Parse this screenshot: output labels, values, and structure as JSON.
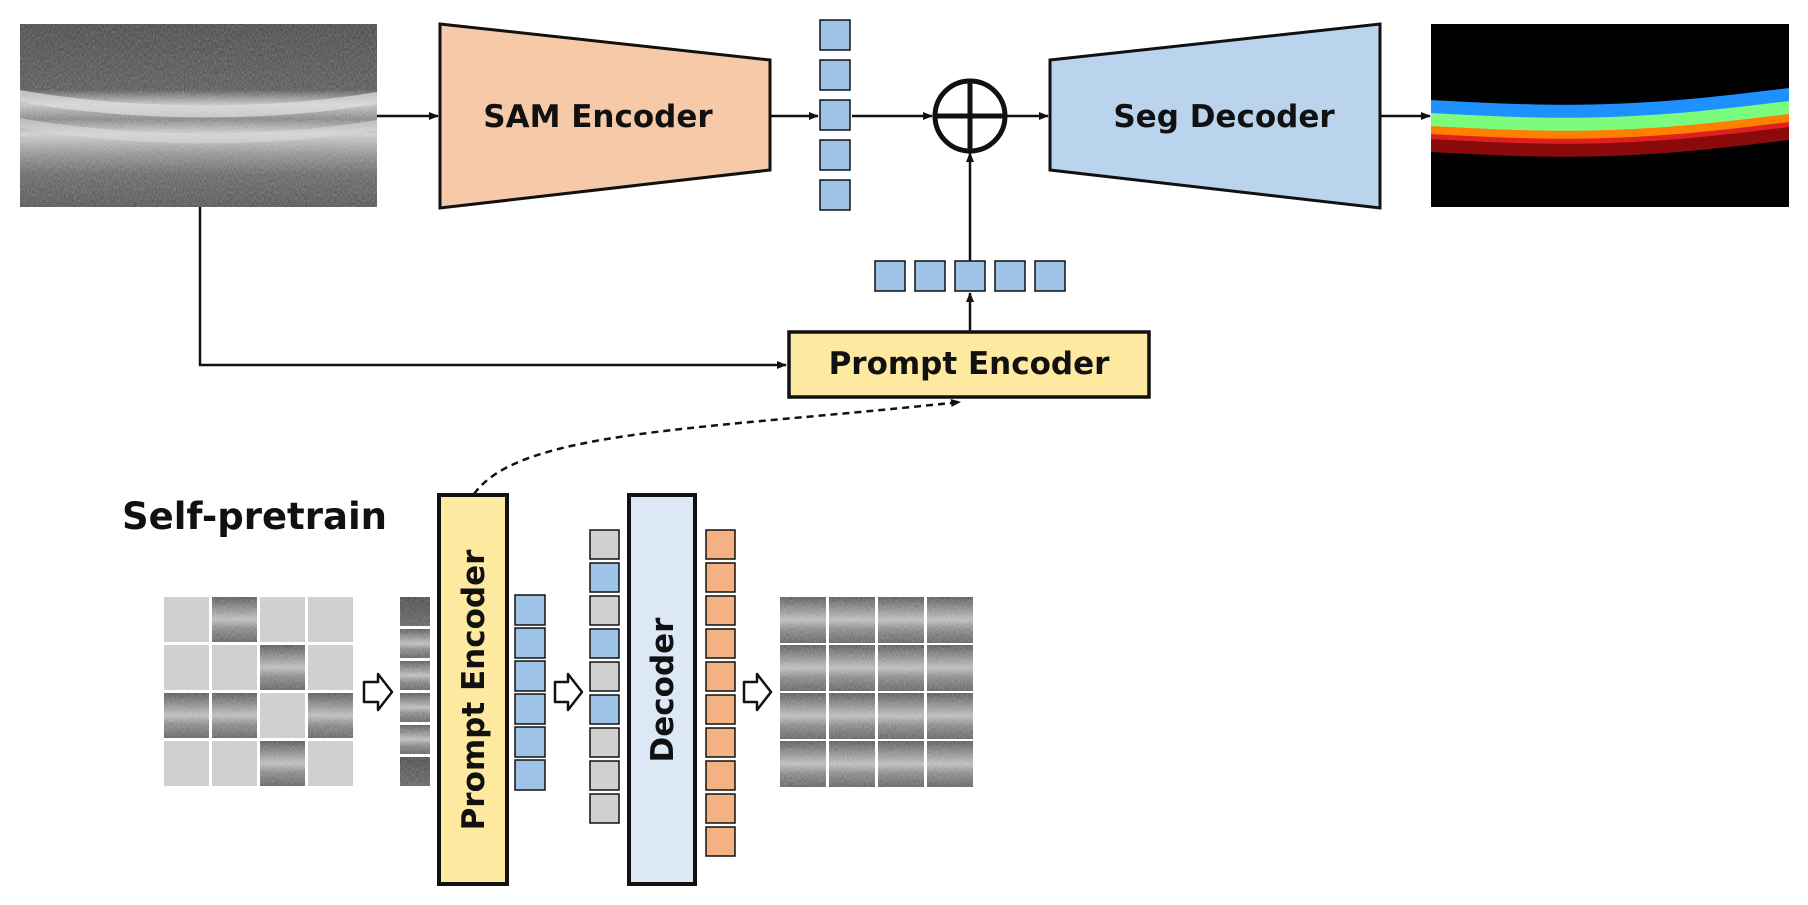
{
  "labels": {
    "sam_encoder": "SAM Encoder",
    "seg_decoder": "Seg Decoder",
    "prompt_encoder": "Prompt Encoder",
    "self_pretrain": "Self-pretrain",
    "pretrain_encoder": "Prompt Encoder",
    "pretrain_decoder": "Decoder"
  },
  "colors": {
    "sam_encoder_fill": "#f6c9a9",
    "seg_decoder_fill": "#b9d4ec",
    "prompt_encoder_fill": "#fde9a0",
    "decoder_fill": "#dce8f6",
    "token_blue": "#9dc3e6",
    "token_gray": "#d0d0d0",
    "token_orange": "#f4b183",
    "layer_blue": "#1e90ff",
    "layer_green": "#7cfc7c",
    "layer_orange": "#ff7f00",
    "layer_red": "#e02020",
    "layer_darkred": "#8b0a0a"
  },
  "icons": {
    "sum": "circled-plus-icon",
    "arrow": "hollow-right-arrow-icon"
  },
  "self_pretrain": {
    "masked_grid": [
      [
        "masked",
        "visible",
        "masked",
        "masked"
      ],
      [
        "masked",
        "masked",
        "visible",
        "masked"
      ],
      [
        "visible",
        "visible",
        "masked",
        "visible"
      ],
      [
        "masked",
        "masked",
        "visible",
        "masked"
      ]
    ],
    "encoder_output_tokens": 6,
    "decoder_input_tokens": [
      "gray",
      "blue",
      "gray",
      "blue",
      "gray",
      "blue",
      "gray",
      "gray",
      "gray"
    ],
    "decoder_output_tokens": 10
  }
}
